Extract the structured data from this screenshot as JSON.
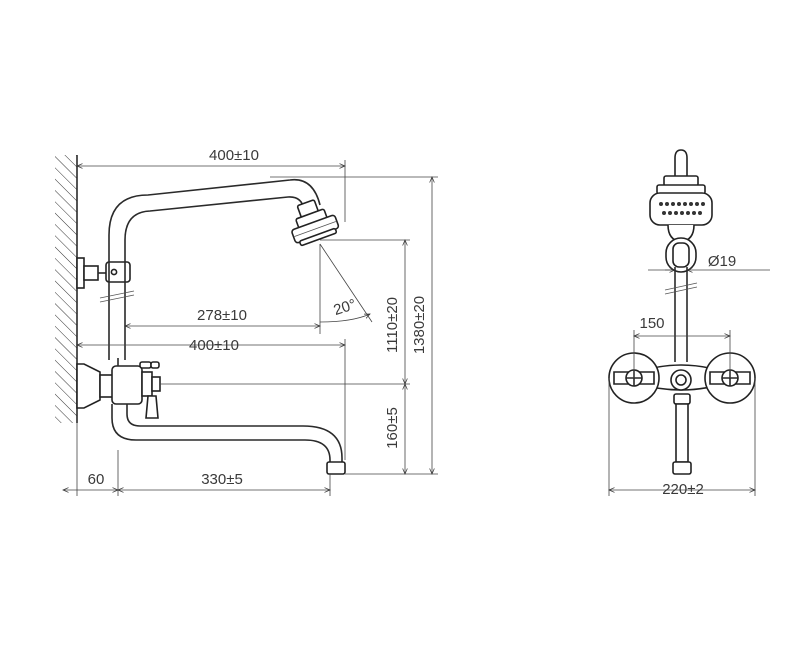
{
  "side_view": {
    "dim_top_width": "400±10",
    "dim_arm_reach": "278±10",
    "dim_mixer_width": "400±10",
    "dim_wall_offset": "60",
    "dim_spout_reach": "330±5",
    "angle": "20°",
    "dim_height_shower": "1110±20",
    "dim_height_total": "1380±20",
    "dim_spout_drop": "160±5"
  },
  "front_view": {
    "dim_diameter": "Ø19",
    "dim_center": "150",
    "dim_width": "220±2"
  }
}
